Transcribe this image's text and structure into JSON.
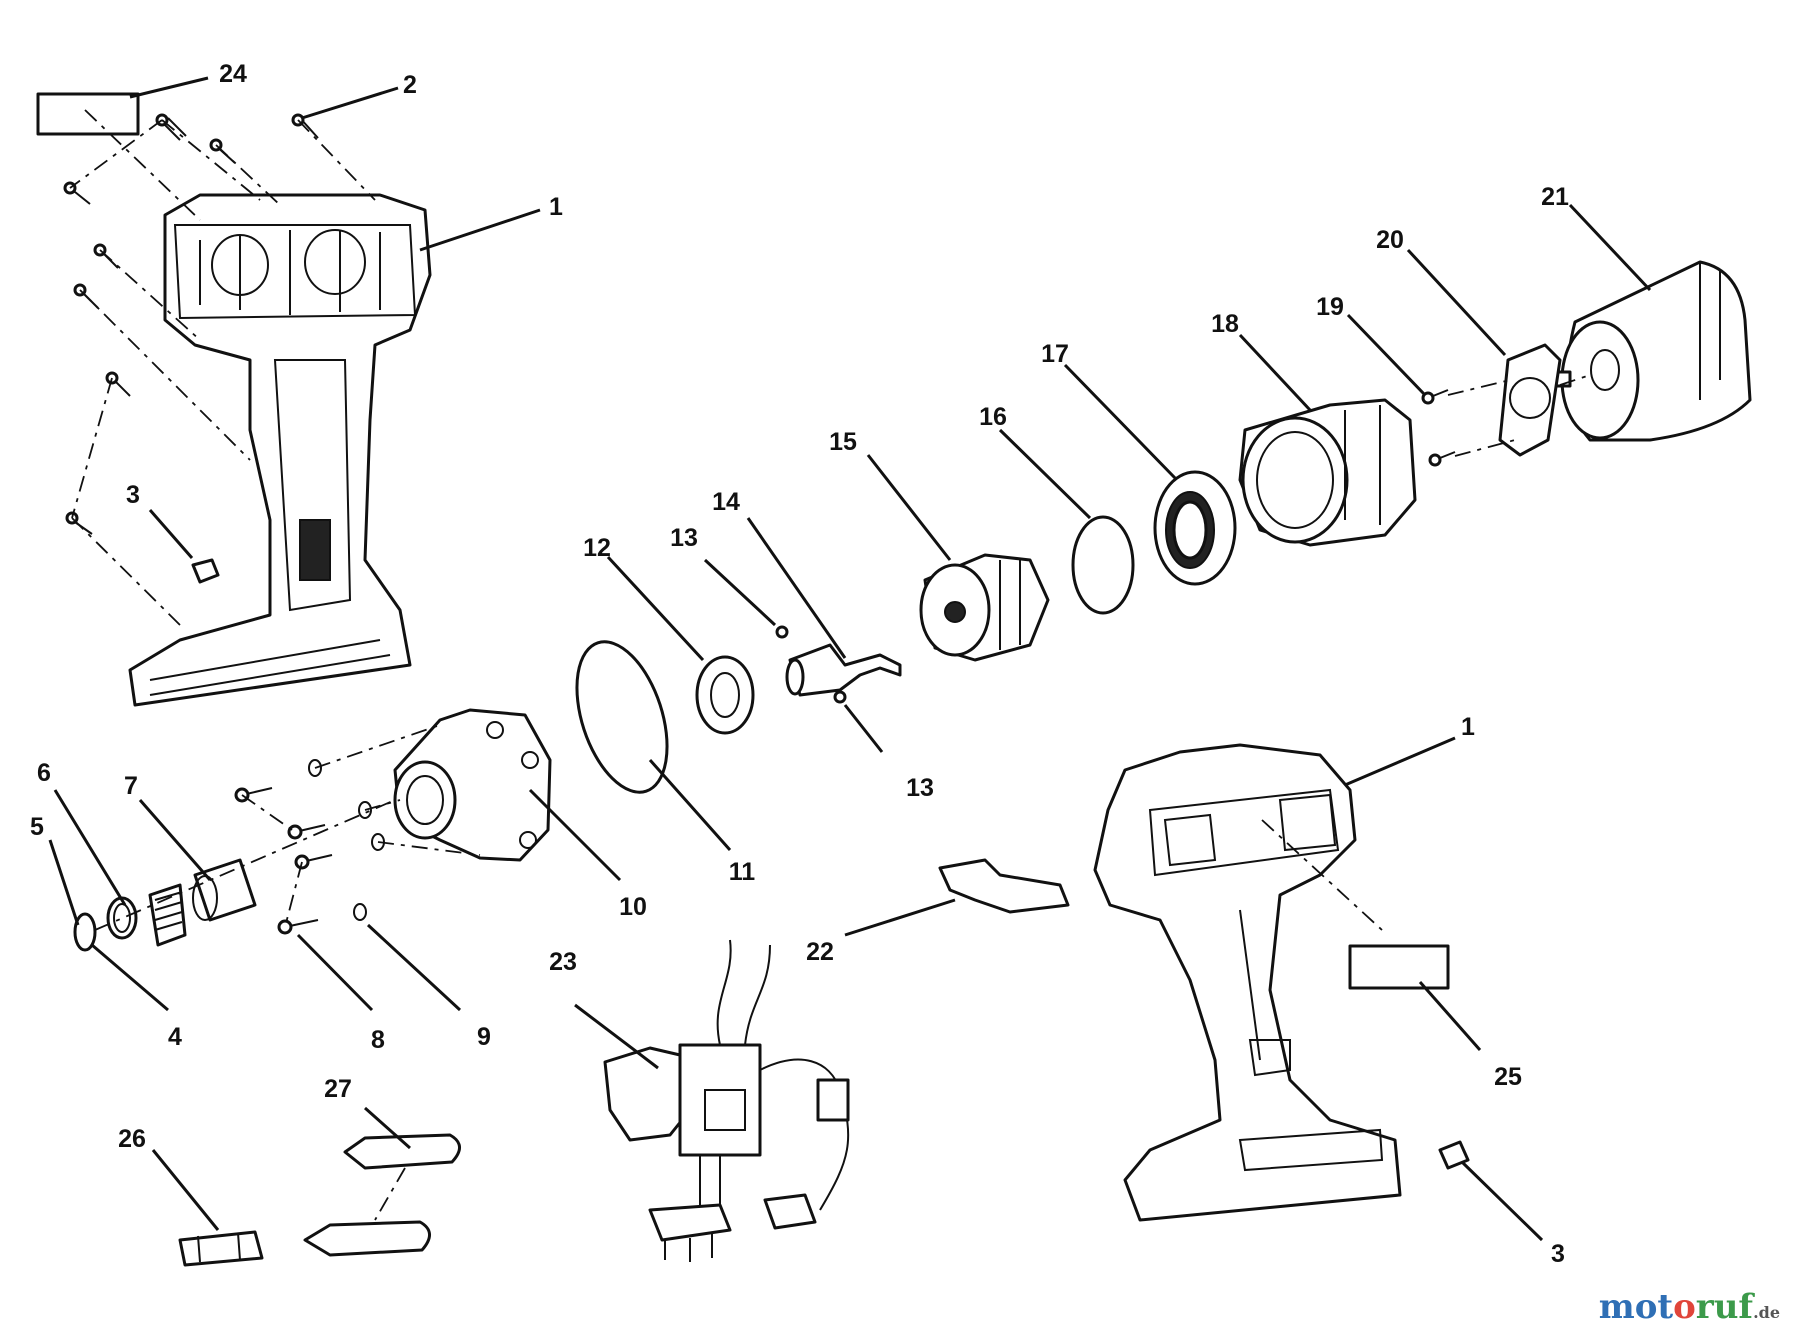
{
  "diagram": {
    "labels": [
      "24",
      "2",
      "1",
      "3",
      "21",
      "20",
      "19",
      "18",
      "17",
      "16",
      "15",
      "14",
      "13",
      "12",
      "13",
      "6",
      "7",
      "5",
      "4",
      "8",
      "9",
      "10",
      "11",
      "1",
      "22",
      "23",
      "25",
      "27",
      "26",
      "3"
    ]
  },
  "watermark": {
    "part1": "mot",
    "part2": "o",
    "part3": "ruf",
    "part4": ".de"
  }
}
